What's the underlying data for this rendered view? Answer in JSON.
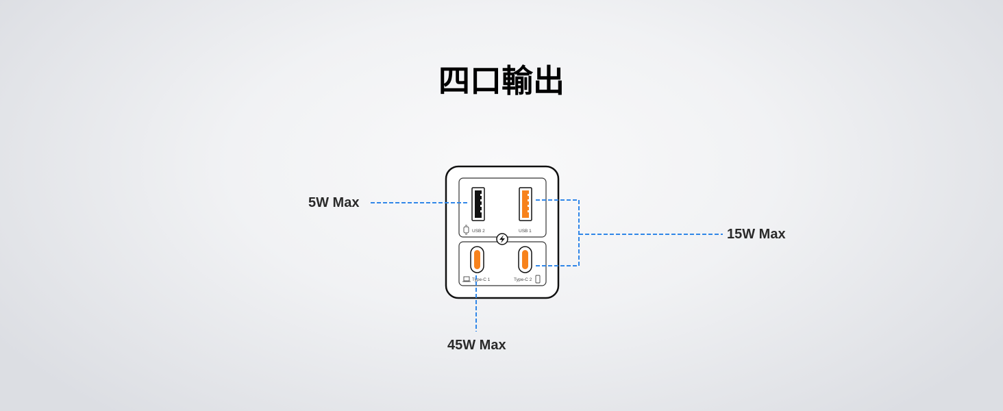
{
  "title": "四口輸出",
  "ports": [
    {
      "id": "usb2",
      "label": "USB 2",
      "type": "USB-A",
      "color": "#111111",
      "device_icon": "watch-icon"
    },
    {
      "id": "usb1",
      "label": "USB 1",
      "type": "USB-A",
      "color": "#f7821c",
      "device_icon": ""
    },
    {
      "id": "typec1",
      "label": "Type-C 1",
      "type": "USB-C",
      "color": "#f7821c",
      "device_icon": "laptop-icon"
    },
    {
      "id": "typec2",
      "label": "Type-C 2",
      "type": "USB-C",
      "color": "#f7821c",
      "device_icon": "phone-icon"
    }
  ],
  "callouts": {
    "usb2_max": "5W Max",
    "usb1_typec2_max": "15W Max",
    "typec1_max": "45W Max"
  },
  "colors": {
    "accent_orange": "#f7821c",
    "leader_blue": "#2f86e8",
    "outline": "#111111"
  }
}
